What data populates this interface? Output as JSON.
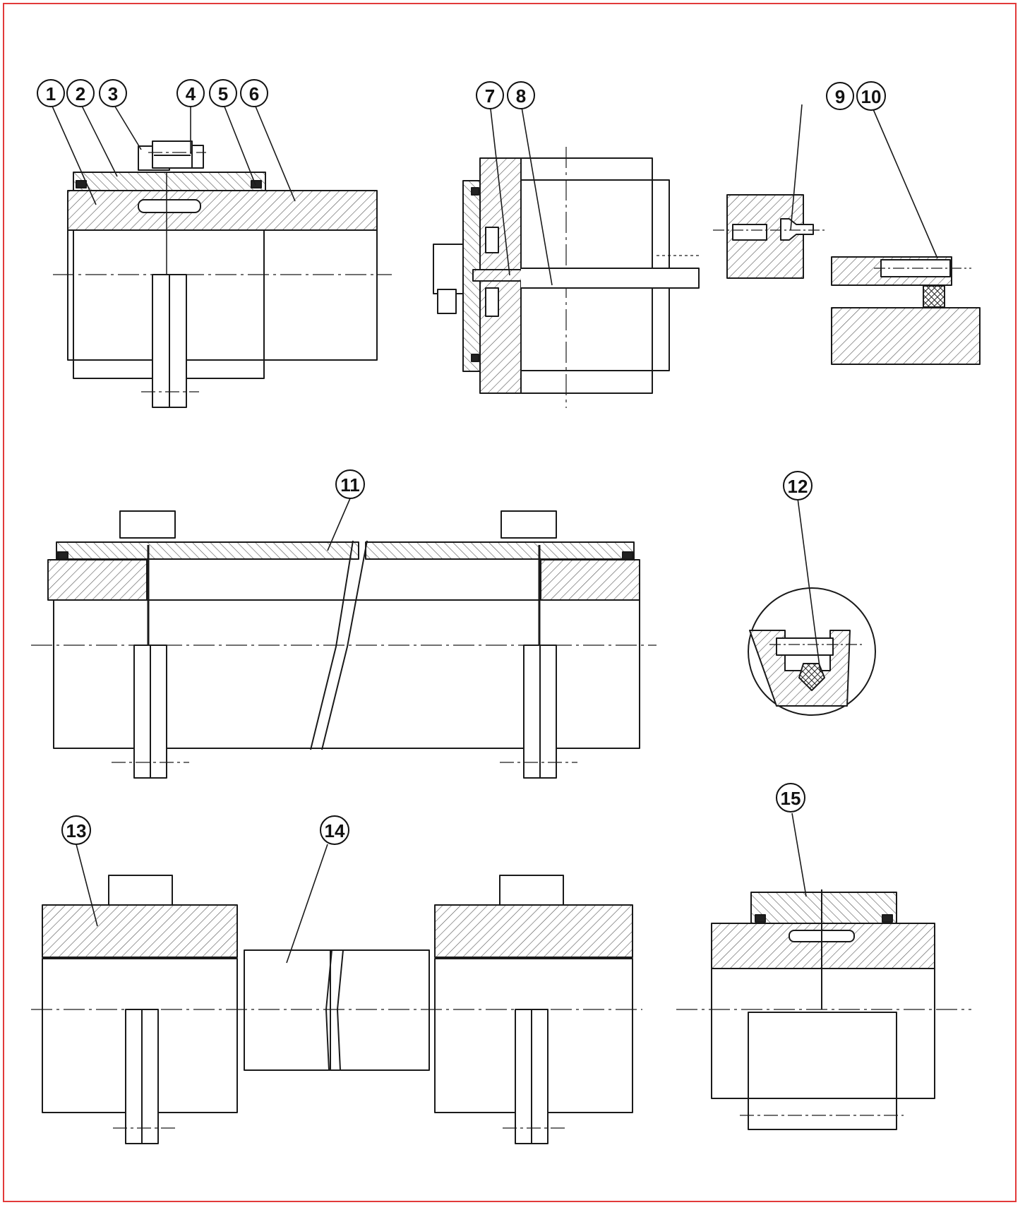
{
  "colors": {
    "frame": "#e23a3a",
    "line": "#1a1a1a",
    "hatch": "#555555",
    "seal": "#222222"
  },
  "callouts": [
    {
      "id": "1",
      "label": "1"
    },
    {
      "id": "2",
      "label": "2"
    },
    {
      "id": "3",
      "label": "3"
    },
    {
      "id": "4",
      "label": "4"
    },
    {
      "id": "5",
      "label": "5"
    },
    {
      "id": "6",
      "label": "6"
    },
    {
      "id": "7",
      "label": "7"
    },
    {
      "id": "8",
      "label": "8"
    },
    {
      "id": "9",
      "label": "9"
    },
    {
      "id": "10",
      "label": "10"
    },
    {
      "id": "11",
      "label": "11"
    },
    {
      "id": "12",
      "label": "12"
    },
    {
      "id": "13",
      "label": "13"
    },
    {
      "id": "14",
      "label": "14"
    },
    {
      "id": "15",
      "label": "15"
    }
  ]
}
